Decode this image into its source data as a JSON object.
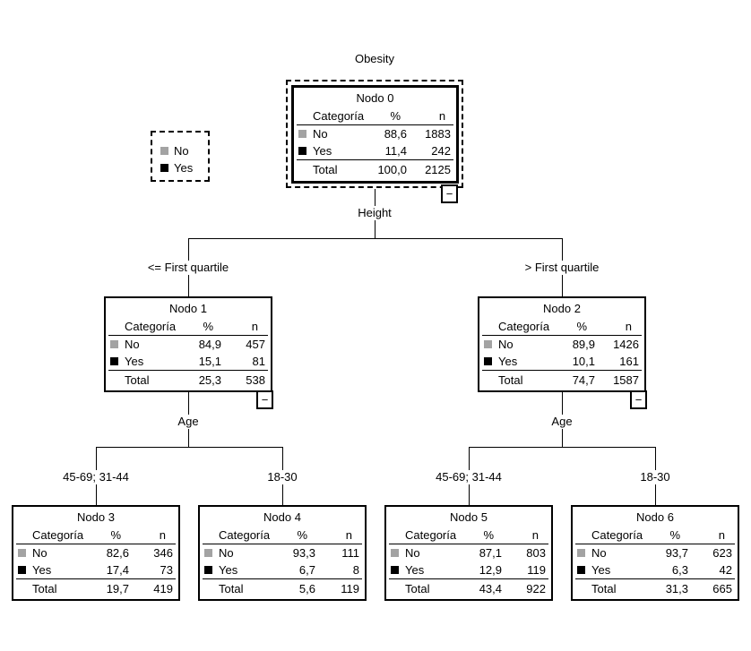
{
  "tree": {
    "root_label": "Obesity",
    "level1": {
      "variable": "Height",
      "branches": [
        "<= First quartile",
        "> First quartile"
      ]
    },
    "level2_left": {
      "variable": "Age",
      "branches": [
        "45-69; 31-44",
        "18-30"
      ]
    },
    "level2_right": {
      "variable": "Age",
      "branches": [
        "45-69; 31-44",
        "18-30"
      ]
    }
  },
  "headers": {
    "category": "Categoría",
    "pct": "%",
    "n": "n"
  },
  "labels": {
    "no": "No",
    "yes": "Yes",
    "total": "Total"
  },
  "legend": {
    "items": [
      {
        "label": "No",
        "color": "#a3a3a3"
      },
      {
        "label": "Yes",
        "color": "#000000"
      }
    ]
  },
  "icons": {
    "collapse": "−"
  },
  "colors": {
    "line": "#000000",
    "background": "#ffffff",
    "no_swatch": "#a3a3a3",
    "yes_swatch": "#000000"
  },
  "nodes": [
    {
      "title": "Nodo 0",
      "no": {
        "pct": "88,6",
        "n": "1883"
      },
      "yes": {
        "pct": "11,4",
        "n": "242"
      },
      "total": {
        "pct": "100,0",
        "n": "2125"
      }
    },
    {
      "title": "Nodo 1",
      "no": {
        "pct": "84,9",
        "n": "457"
      },
      "yes": {
        "pct": "15,1",
        "n": "81"
      },
      "total": {
        "pct": "25,3",
        "n": "538"
      }
    },
    {
      "title": "Nodo 2",
      "no": {
        "pct": "89,9",
        "n": "1426"
      },
      "yes": {
        "pct": "10,1",
        "n": "161"
      },
      "total": {
        "pct": "74,7",
        "n": "1587"
      }
    },
    {
      "title": "Nodo 3",
      "no": {
        "pct": "82,6",
        "n": "346"
      },
      "yes": {
        "pct": "17,4",
        "n": "73"
      },
      "total": {
        "pct": "19,7",
        "n": "419"
      }
    },
    {
      "title": "Nodo 4",
      "no": {
        "pct": "93,3",
        "n": "111"
      },
      "yes": {
        "pct": "6,7",
        "n": "8"
      },
      "total": {
        "pct": "5,6",
        "n": "119"
      }
    },
    {
      "title": "Nodo 5",
      "no": {
        "pct": "87,1",
        "n": "803"
      },
      "yes": {
        "pct": "12,9",
        "n": "119"
      },
      "total": {
        "pct": "43,4",
        "n": "922"
      }
    },
    {
      "title": "Nodo 6",
      "no": {
        "pct": "93,7",
        "n": "623"
      },
      "yes": {
        "pct": "6,3",
        "n": "42"
      },
      "total": {
        "pct": "31,3",
        "n": "665"
      }
    }
  ]
}
